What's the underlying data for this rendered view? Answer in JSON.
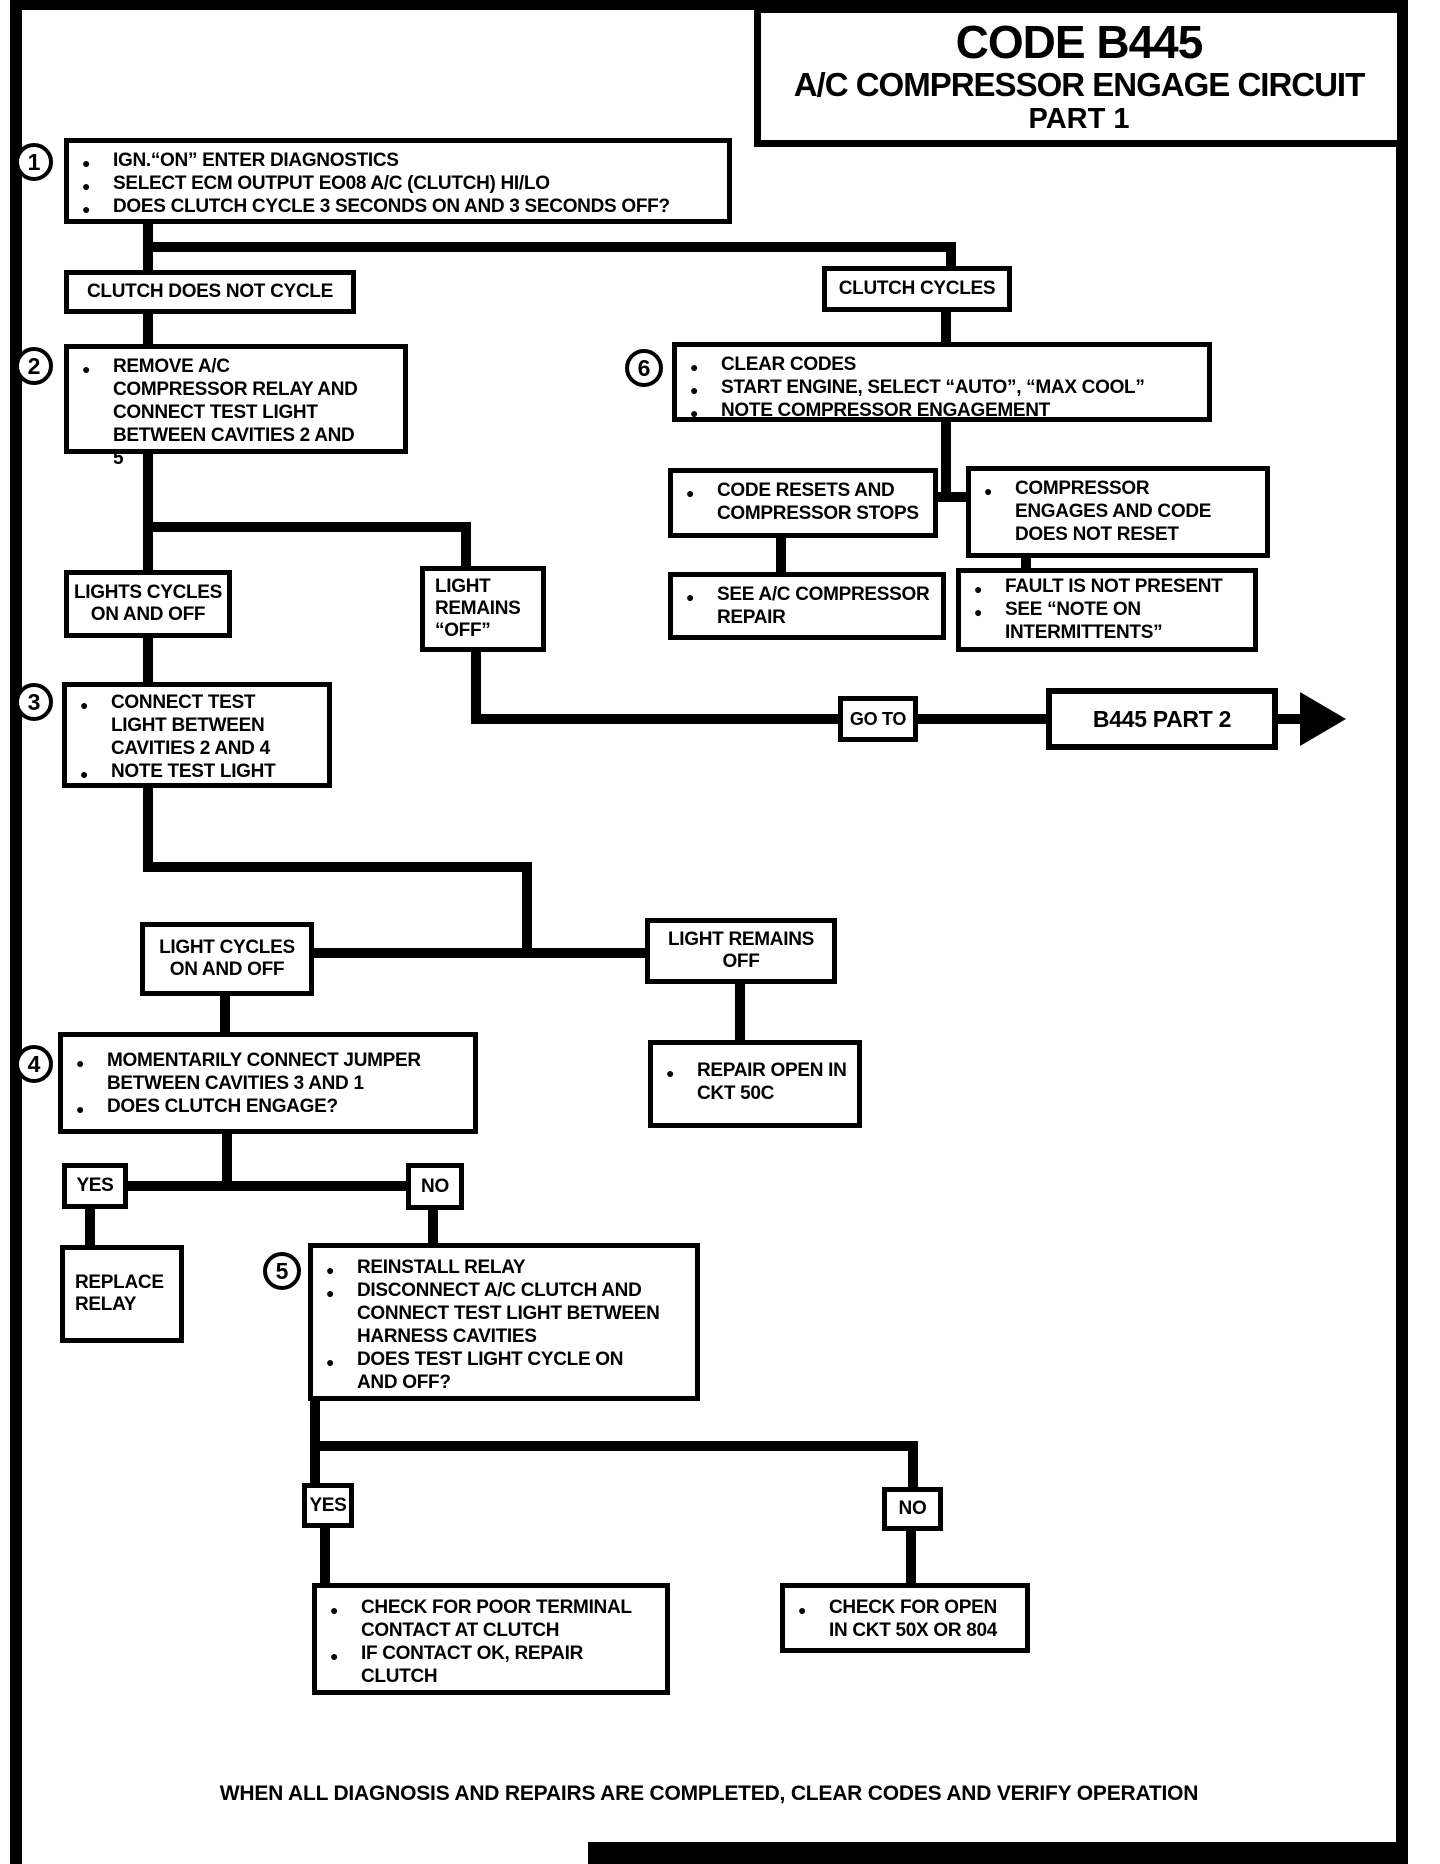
{
  "colors": {
    "ink": "#000000",
    "paper": "#ffffff"
  },
  "header": {
    "title_line1": "CODE B445",
    "title_line2": "A/C COMPRESSOR ENGAGE CIRCUIT",
    "title_line3": "PART 1"
  },
  "footer": {
    "note": "WHEN ALL DIAGNOSIS AND REPAIRS ARE COMPLETED, CLEAR CODES AND VERIFY OPERATION"
  },
  "steps": {
    "s1": {
      "num": "1",
      "bullets": [
        "IGN.“ON” ENTER DIAGNOSTICS",
        "SELECT ECM OUTPUT EO08 A/C (CLUTCH) HI/LO",
        "DOES CLUTCH CYCLE 3 SECONDS ON AND 3 SECONDS OFF?"
      ]
    },
    "s2": {
      "num": "2",
      "bullets": [
        "REMOVE A/C COMPRESSOR RELAY AND CONNECT TEST LIGHT BETWEEN CAVITIES 2 AND 5"
      ]
    },
    "s3": {
      "num": "3",
      "bullets": [
        "CONNECT TEST LIGHT BETWEEN CAVITIES 2 AND 4",
        "NOTE TEST LIGHT"
      ]
    },
    "s4": {
      "num": "4",
      "bullets": [
        "MOMENTARILY CONNECT JUMPER BETWEEN CAVITIES 3 AND 1",
        "DOES CLUTCH ENGAGE?"
      ]
    },
    "s5": {
      "num": "5",
      "bullets": [
        "REINSTALL RELAY",
        "DISCONNECT A/C CLUTCH AND CONNECT TEST LIGHT BETWEEN HARNESS CAVITIES",
        "DOES TEST LIGHT CYCLE ON AND OFF?"
      ]
    },
    "s6": {
      "num": "6",
      "bullets": [
        "CLEAR CODES",
        "START ENGINE, SELECT “AUTO”, “MAX COOL”",
        "NOTE COMPRESSOR ENGAGEMENT"
      ]
    }
  },
  "branches": {
    "clutch_does_not_cycle": "CLUTCH DOES NOT CYCLE",
    "clutch_cycles": "CLUTCH CYCLES",
    "lights_cycles_on_off": "LIGHTS CYCLES ON AND OFF",
    "light_remains_off_quoted": "LIGHT REMAINS “OFF”",
    "light_cycles_on_off": "LIGHT CYCLES ON AND OFF",
    "light_remains_off": "LIGHT REMAINS OFF",
    "yes_upper": "YES",
    "no_upper": "NO",
    "yes_lower": "YES",
    "no_lower": "NO",
    "goto": "GO TO",
    "goto_target": "B445 PART 2"
  },
  "results": {
    "code_resets": [
      "CODE RESETS AND COMPRESSOR STOPS"
    ],
    "compressor_engages": [
      "COMPRESSOR ENGAGES AND CODE DOES NOT RESET"
    ],
    "see_ac_compressor_repair": [
      "SEE A/C COMPRESSOR REPAIR"
    ],
    "fault_not_present": [
      "FAULT IS NOT PRESENT",
      "SEE “NOTE ON INTERMITTENTS”"
    ],
    "repair_open_ckt50c": [
      "REPAIR OPEN IN CKT 50C"
    ],
    "replace_relay": "REPLACE RELAY",
    "check_terminal": [
      "CHECK FOR POOR TERMINAL CONTACT AT CLUTCH",
      "IF CONTACT OK, REPAIR CLUTCH"
    ],
    "check_open": [
      "CHECK FOR OPEN IN CKT 50X OR 804"
    ]
  }
}
